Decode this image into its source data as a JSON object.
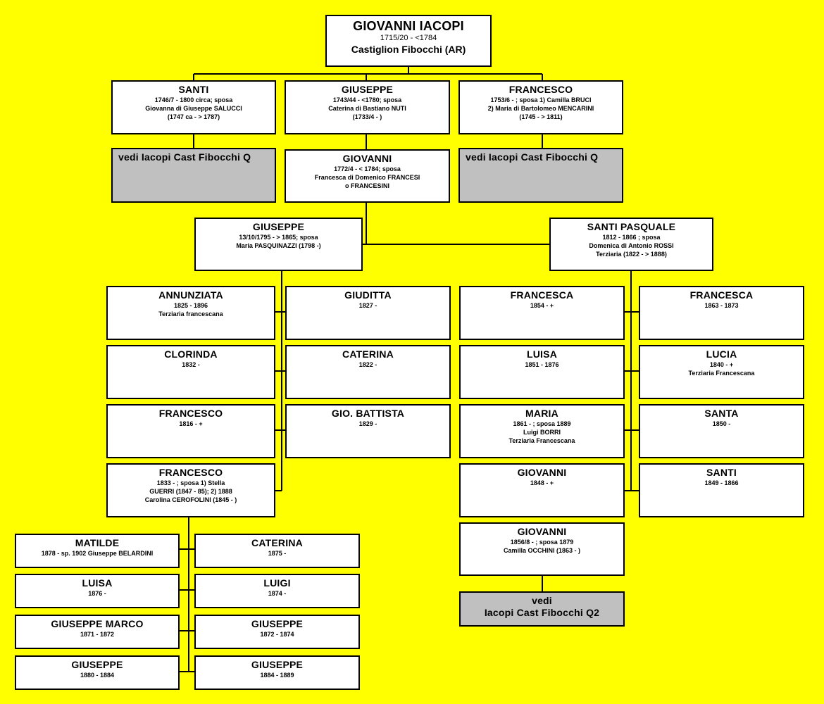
{
  "root": {
    "name": "GIOVANNI IACOPI",
    "dates": "1715/20 - <1784",
    "place": "Castiglion Fibocchi  (AR)"
  },
  "gen1": {
    "santi": {
      "name": "SANTI",
      "l1": "1746/7 - 1800 circa; sposa",
      "l2": "Giovanna di Giuseppe SALUCCI",
      "l3": "(1747 ca - > 1787)"
    },
    "giuseppe": {
      "name": "GIUSEPPE",
      "l1": "1743/44 - <1780; sposa",
      "l2": "Caterina di Bastiano NUTI",
      "l3": "(1733/4 -  )"
    },
    "francesco": {
      "name": "FRANCESCO",
      "l1": "1753/6 -  ; sposa 1) Camilla BRUCI",
      "l2": "2) Maria di Bartolomeo MENCARINI",
      "l3": "(1745 - > 1811)"
    }
  },
  "refs": {
    "left": "vedi Iacopi Cast Fibocchi Q",
    "right": "vedi Iacopi Cast Fibocchi Q",
    "bottom_l1": "vedi",
    "bottom_l2": "Iacopi Cast Fibocchi Q2"
  },
  "gen2": {
    "name": "GIOVANNI",
    "l1": "1772/4 - < 1784; sposa",
    "l2": "Francesca di Domenico FRANCESI",
    "l3": "o FRANCESINI"
  },
  "gen3": {
    "giuseppe": {
      "name": "GIUSEPPE",
      "l1": "13/10/1795 - > 1865; sposa",
      "l2": "Maria PASQUINAZZI (1798 -)"
    },
    "santi": {
      "name": "SANTI PASQUALE",
      "l1": "1812 - 1866 ; sposa",
      "l2": "Domenica di Antonio ROSSI",
      "l3": "Terziaria (1822 - > 1888)"
    }
  },
  "giuseppe_children": [
    {
      "name": "ANNUNZIATA",
      "l1": "1825 - 1896",
      "l2": "Terziaria francescana"
    },
    {
      "name": "GIUDITTA",
      "l1": "1827 -"
    },
    {
      "name": "CLORINDA",
      "l1": "1832 -"
    },
    {
      "name": "CATERINA",
      "l1": "1822 -"
    },
    {
      "name": "FRANCESCO",
      "l1": "1816 -  +"
    },
    {
      "name": "GIO. BATTISTA",
      "l1": "1829 -"
    },
    {
      "name": "FRANCESCO",
      "l1": "1833 -    ; sposa 1)  Stella",
      "l2": "GUERRI (1847 - 85); 2) 1888",
      "l3": "Carolina CEROFOLINI (1845 - )"
    }
  ],
  "santi_children": [
    {
      "name": "FRANCESCA",
      "l1": "1854 -  +"
    },
    {
      "name": "FRANCESCA",
      "l1": "1863 - 1873"
    },
    {
      "name": "LUISA",
      "l1": "1851 - 1876"
    },
    {
      "name": "LUCIA",
      "l1": "1840 -  +",
      "l2": "Terziaria Francescana"
    },
    {
      "name": "MARIA",
      "l1": "1861 -   ; sposa 1889",
      "l2": "Luigi BORRI",
      "l3": "Terziaria Francescana"
    },
    {
      "name": "SANTA",
      "l1": "1850 -"
    },
    {
      "name": "GIOVANNI",
      "l1": "1848 -  +"
    },
    {
      "name": "SANTI",
      "l1": "1849 - 1866"
    },
    {
      "name": "GIOVANNI",
      "l1": "1856/8 -   ; sposa 1879",
      "l2": "Camilla OCCHINI  (1863 - )"
    }
  ],
  "francesco_children": [
    {
      "name": "MATILDE",
      "l1": "1878 - sp. 1902 Giuseppe BELARDINI"
    },
    {
      "name": "CATERINA",
      "l1": "1875 -"
    },
    {
      "name": "LUISA",
      "l1": "1876 -"
    },
    {
      "name": "LUIGI",
      "l1": "1874 -"
    },
    {
      "name": "GIUSEPPE MARCO",
      "l1": "1871 - 1872"
    },
    {
      "name": "GIUSEPPE",
      "l1": "1872 - 1874"
    },
    {
      "name": "GIUSEPPE",
      "l1": "1880 - 1884"
    },
    {
      "name": "GIUSEPPE",
      "l1": "1884 - 1889"
    }
  ]
}
